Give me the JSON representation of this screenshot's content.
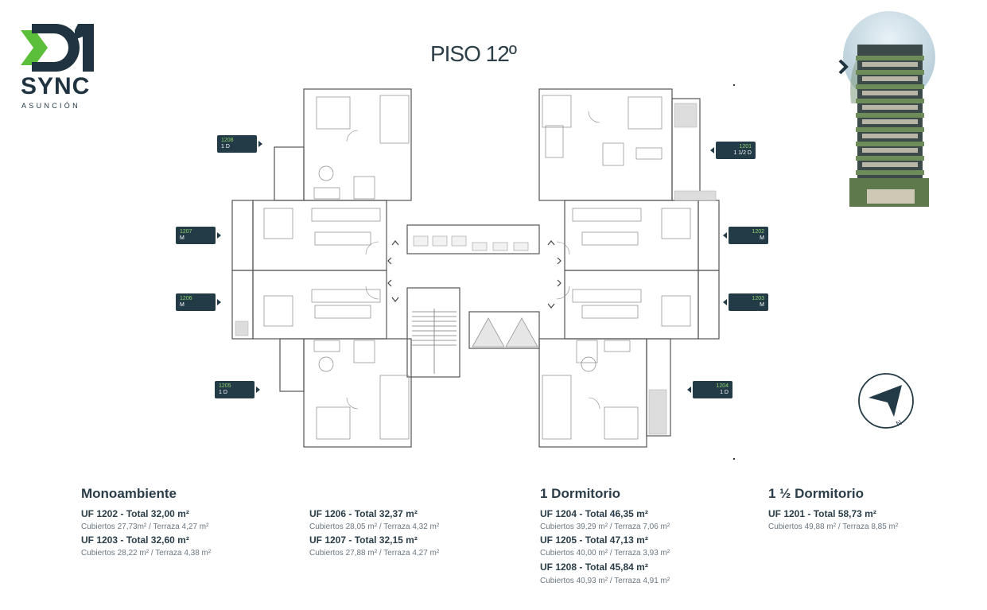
{
  "brand": {
    "mark": "01",
    "name": "SYNC",
    "city": "ASUNCIÓN"
  },
  "title": "PISO 12º",
  "tags": [
    {
      "num": "1208",
      "type": "1 D"
    },
    {
      "num": "1207",
      "type": "M"
    },
    {
      "num": "1206",
      "type": "M"
    },
    {
      "num": "1205",
      "type": "1 D"
    },
    {
      "num": "1201",
      "type": "1 1/2 D"
    },
    {
      "num": "1202",
      "type": "M"
    },
    {
      "num": "1203",
      "type": "M"
    },
    {
      "num": "1204",
      "type": "1 D"
    }
  ],
  "compass": {
    "letter": "N"
  },
  "legend": {
    "mono": {
      "heading": "Monoambiente",
      "items": [
        {
          "uf": "UF 1202  - Total 32,00 m²",
          "detail": "Cubiertos 27,73m² / Terraza 4,27 m²"
        },
        {
          "uf": "UF 1203  - Total 32,60 m²",
          "detail": "Cubiertos 28,22 m² / Terraza 4,38 m²"
        },
        {
          "uf": "UF 1206  - Total 32,37 m²",
          "detail": "Cubiertos 28,05 m² / Terraza 4,32 m²"
        },
        {
          "uf": "UF 1207  - Total 32,15 m²",
          "detail": "Cubiertos 27,88 m² / Terraza 4,27 m²"
        }
      ]
    },
    "one": {
      "heading": "1 Dormitorio",
      "items": [
        {
          "uf": "UF 1204  - Total 46,35 m²",
          "detail": "Cubiertos 39,29 m² / Terraza 7,06 m²"
        },
        {
          "uf": "UF 1205  - Total 47,13 m²",
          "detail": "Cubiertos 40,00 m² / Terraza 3,93 m²"
        },
        {
          "uf": "UF 1208  - Total 45,84 m²",
          "detail": "Cubiertos 40,93 m² / Terraza 4,91 m²"
        }
      ]
    },
    "onehalf": {
      "heading": "1 ½ Dormitorio",
      "items": [
        {
          "uf": "UF 1201 - Total 58,73 m²",
          "detail": "Cubiertos 49,88 m² / Terraza 8,85 m²"
        }
      ]
    }
  }
}
